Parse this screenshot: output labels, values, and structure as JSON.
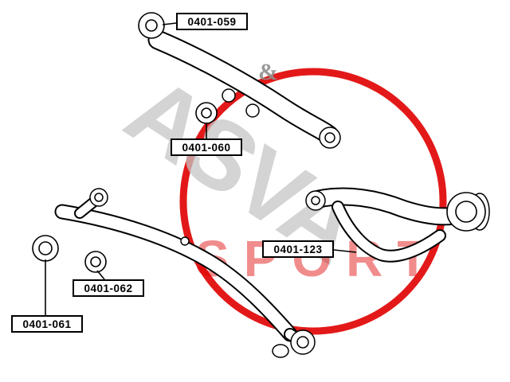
{
  "diagram": {
    "labels": [
      {
        "part": "0401-059"
      },
      {
        "part": "0401-060"
      },
      {
        "part": "0401-123"
      },
      {
        "part": "0401-062"
      },
      {
        "part": "0401-061"
      }
    ]
  },
  "watermark": {
    "brand": "ASVA",
    "ampersand": "&",
    "sub": "SPORT",
    "ring_color": "#e00000",
    "brand_color": "#c6c6c6",
    "amp_color": "#8f8f8f",
    "sub_color": "#e00000"
  },
  "colors": {
    "line": "#000000",
    "background": "#ffffff"
  }
}
